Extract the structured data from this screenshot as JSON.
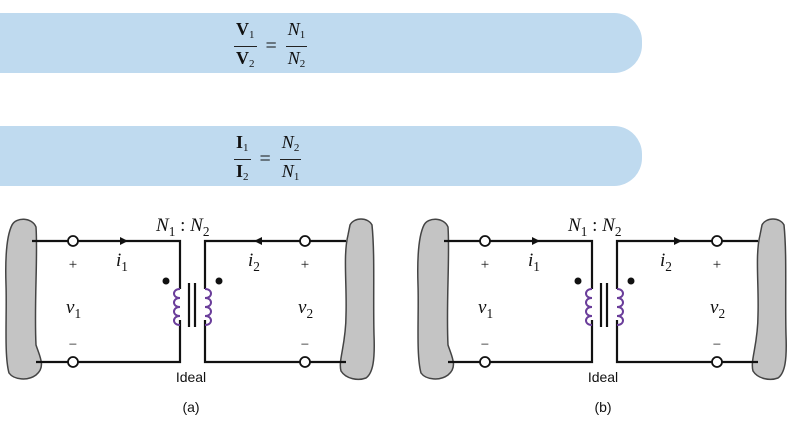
{
  "equations": [
    {
      "lhs": {
        "num_symbol": "V",
        "num_sub": "1",
        "den_symbol": "V",
        "den_sub": "2"
      },
      "equals": "=",
      "rhs": {
        "num_symbol": "N",
        "num_sub": "1",
        "den_symbol": "N",
        "den_sub": "2"
      }
    },
    {
      "lhs": {
        "num_symbol": "I",
        "num_sub": "1",
        "den_symbol": "I",
        "den_sub": "2"
      },
      "equals": "=",
      "rhs": {
        "num_symbol": "N",
        "num_sub": "2",
        "den_symbol": "N",
        "den_sub": "1"
      }
    }
  ],
  "colors": {
    "banner": "#bfdaef",
    "wire": "#111111",
    "coil": "#6a3d9a",
    "blob_fill": "#c4c4c4",
    "blob_stroke": "#444444"
  },
  "circuits": [
    {
      "id": "a",
      "caption": "(a)",
      "turns_ratio": {
        "n1": "N",
        "n1_sub": "1",
        "sep": " : ",
        "n2": "N",
        "n2_sub": "2"
      },
      "transformer_label": "Ideal",
      "i1": {
        "symbol": "i",
        "sub": "1",
        "direction": "right"
      },
      "i2": {
        "symbol": "i",
        "sub": "2",
        "direction": "left"
      },
      "v1": {
        "symbol": "v",
        "sub": "1",
        "plus": "+",
        "minus": "−"
      },
      "v2": {
        "symbol": "v",
        "sub": "2",
        "plus": "+",
        "minus": "−"
      },
      "dots": "top-top"
    },
    {
      "id": "b",
      "caption": "(b)",
      "turns_ratio": {
        "n1": "N",
        "n1_sub": "1",
        "sep": " : ",
        "n2": "N",
        "n2_sub": "2"
      },
      "transformer_label": "Ideal",
      "i1": {
        "symbol": "i",
        "sub": "1",
        "direction": "right"
      },
      "i2": {
        "symbol": "i",
        "sub": "2",
        "direction": "right"
      },
      "v1": {
        "symbol": "v",
        "sub": "1",
        "plus": "+",
        "minus": "−"
      },
      "v2": {
        "symbol": "v",
        "sub": "2",
        "plus": "+",
        "minus": "−"
      },
      "dots": "top-top"
    }
  ]
}
